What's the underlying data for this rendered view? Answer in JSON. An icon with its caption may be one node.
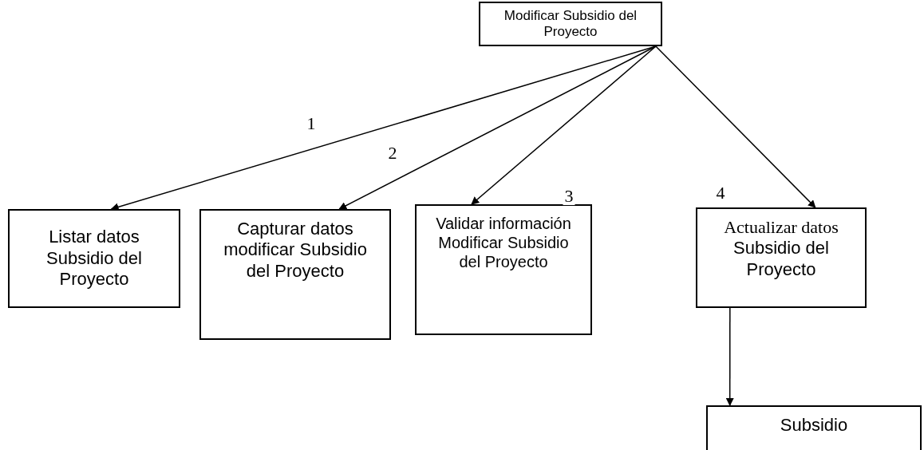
{
  "diagram": {
    "nodes": [
      {
        "text": [
          "Modificar Subsidio del Proyecto"
        ]
      },
      {
        "text": [
          "Listar datos Subsidio del Proyecto"
        ]
      },
      {
        "text": [
          "Capturar datos modificar Subsidio del Proyecto"
        ]
      },
      {
        "text": [
          "Validar información Modificar Subsidio del Proyecto"
        ]
      },
      {
        "text": [
          "Actualizar datos",
          "Subsidio del Proyecto"
        ]
      },
      {
        "text": [
          "Subsidio"
        ]
      }
    ],
    "edges": [
      {
        "from": 0,
        "to": 1,
        "arrow": "to",
        "label": "1"
      },
      {
        "from": 0,
        "to": 2,
        "arrow": "to",
        "label": "2"
      },
      {
        "from": 0,
        "to": 3,
        "arrow": "to",
        "label": "3"
      },
      {
        "from": 0,
        "to": 4,
        "arrow": "to",
        "label": "4"
      },
      {
        "from": 4,
        "to": 5,
        "arrow": "to"
      }
    ]
  }
}
